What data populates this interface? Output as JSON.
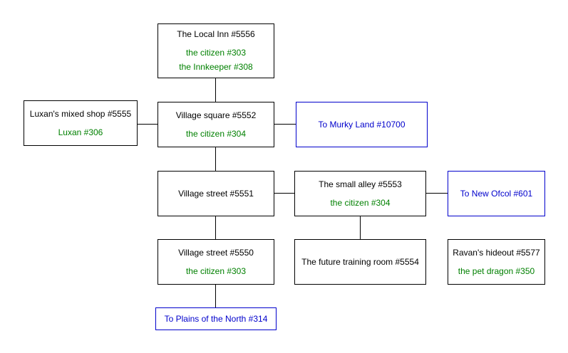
{
  "diagram": {
    "background": "#ffffff",
    "colors": {
      "room_border": "#000000",
      "room_title_text": "#000000",
      "npc_text": "#008000",
      "exit_border": "#0000cc",
      "exit_text": "#0000cc",
      "connector": "#000000"
    },
    "rooms": {
      "inn": {
        "title": "The Local Inn #5556",
        "npc1": "the citizen #303",
        "npc2": "the Innkeeper #308"
      },
      "shop": {
        "title": "Luxan's mixed shop #5555",
        "npc1": "Luxan #306"
      },
      "square": {
        "title": "Village square #5552",
        "npc1": "the citizen #304"
      },
      "street_5551": {
        "title": "Village street #5551"
      },
      "alley": {
        "title": "The small alley #5553",
        "npc1": "the citizen #304"
      },
      "street_5550": {
        "title": "Village street #5550",
        "npc1": "the citizen #303"
      },
      "training_room": {
        "title": "The future training room #5554"
      },
      "hideout": {
        "title": "Ravan's hideout #5577",
        "npc1": "the pet dragon #350"
      }
    },
    "exits": {
      "murky_land": {
        "label": "To Murky Land #10700"
      },
      "new_ofcol": {
        "label": "To New Ofcol #601"
      },
      "plains_north": {
        "label": "To Plains of the North #314"
      }
    },
    "edges": [
      {
        "from": "inn",
        "to": "square"
      },
      {
        "from": "shop",
        "to": "square"
      },
      {
        "from": "square",
        "to": "murky_land"
      },
      {
        "from": "square",
        "to": "street_5551"
      },
      {
        "from": "street_5551",
        "to": "alley"
      },
      {
        "from": "alley",
        "to": "new_ofcol"
      },
      {
        "from": "street_5551",
        "to": "street_5550"
      },
      {
        "from": "alley",
        "to": "training_room"
      },
      {
        "from": "street_5550",
        "to": "plains_north"
      }
    ]
  }
}
